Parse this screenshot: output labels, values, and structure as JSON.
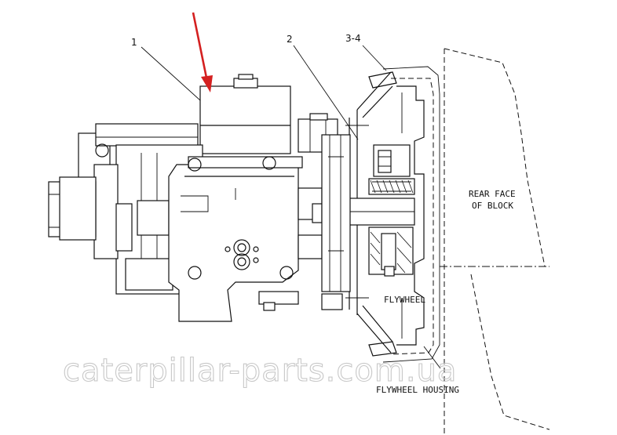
{
  "callouts": {
    "c1": "1",
    "c2": "2",
    "c34": "3-4"
  },
  "labels": {
    "rear_face_line1": "REAR FACE",
    "rear_face_line2": "OF BLOCK",
    "flywheel": "FLYWHEEL",
    "flywheel_housing": "FLYWHEEL HOUSING"
  },
  "watermark": "caterpillar-parts.com.ua",
  "colors": {
    "line": "#111111",
    "arrow": "#d42020",
    "watermark": "#c8c8c8"
  }
}
